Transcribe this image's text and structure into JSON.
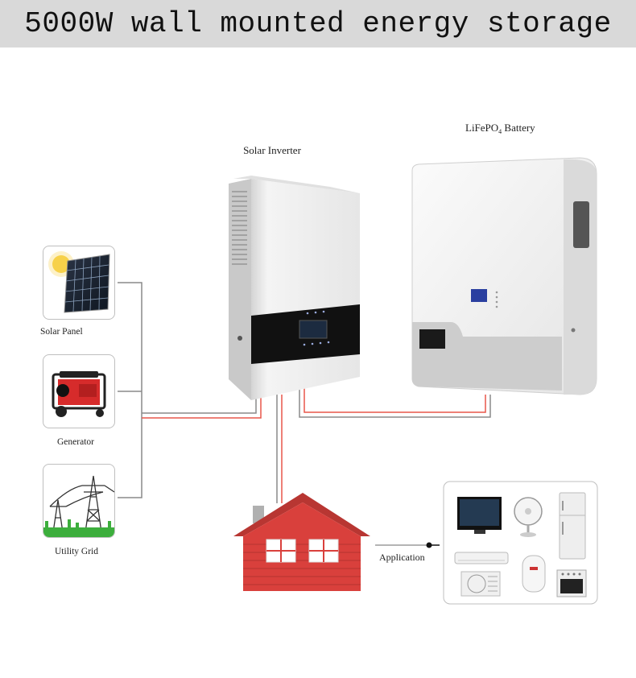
{
  "header": {
    "title": "5000W wall mounted energy storage"
  },
  "devices": {
    "inverter_label": "Solar Inverter",
    "battery_label_prefix": "LiFePO",
    "battery_label_sub": "4",
    "battery_label_suffix": " Battery"
  },
  "sources": [
    {
      "label": "Solar Panel",
      "icon": "solar-panel-icon"
    },
    {
      "label": "Generator",
      "icon": "generator-icon"
    },
    {
      "label": "Utility Grid",
      "icon": "utility-grid-icon"
    }
  ],
  "loads": {
    "label": "Application",
    "items": [
      "tv-icon",
      "fan-icon",
      "refrigerator-icon",
      "air-conditioner-icon",
      "water-heater-icon",
      "oven-icon"
    ]
  },
  "colors": {
    "banner_bg": "#d9d9d9",
    "wire_red": "#e8574a",
    "wire_gray": "#8a8a8a",
    "house_red": "#d9403c",
    "device_white": "#f2f2f2"
  }
}
